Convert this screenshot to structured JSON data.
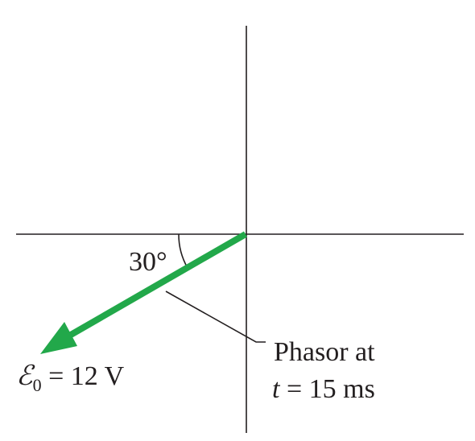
{
  "diagram": {
    "angle_label": "30°",
    "phasor_symbol": "ℰ",
    "phasor_subscript": "0",
    "phasor_value": " = 12 V",
    "callout_line1": "Phasor at",
    "callout_line2_var": "t",
    "callout_line2_rest": " = 15 ms",
    "phasor_color": "#22a84a",
    "axis_color": "#231f20",
    "phasor_angle_below_negative_x_deg": 30
  }
}
